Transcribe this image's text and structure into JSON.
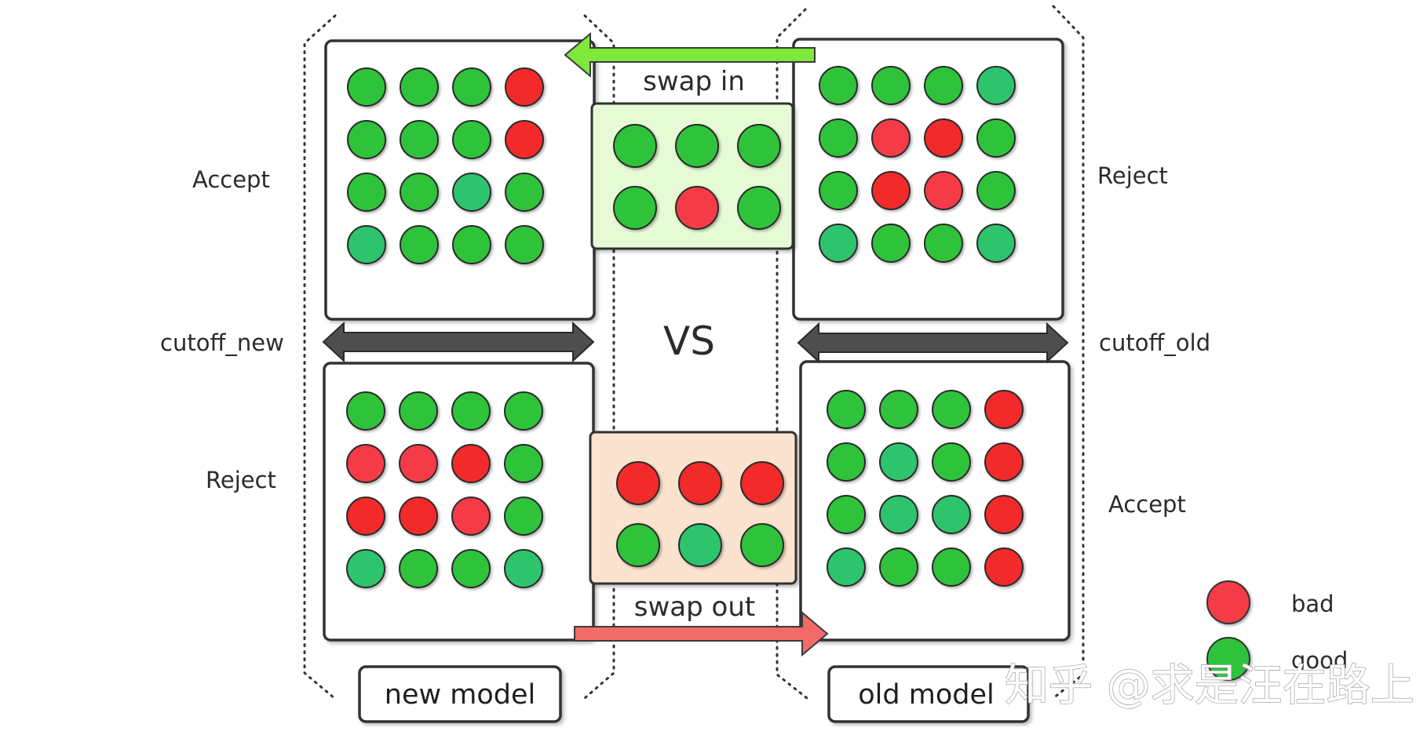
{
  "colors": {
    "good": "#2fc33a",
    "good_teal": "#2fc46d",
    "bad": "#f22a2a",
    "bad_light": "#f43b47",
    "swap_in_fill": "#e6fbd5",
    "swap_out_fill": "#fbe3cf",
    "swap_in_arrow": "#7ee83c",
    "swap_out_arrow": "#f26a6a",
    "cutoff_arrow": "#4e4e4e"
  },
  "labels": {
    "new_accept": "Accept",
    "new_reject": "Reject",
    "old_reject": "Reject",
    "old_accept": "Accept",
    "cutoff_new": "cutoff_new",
    "cutoff_old": "cutoff_old",
    "swap_in": "swap in",
    "swap_out": "swap out",
    "vs": "VS",
    "new_model": "new model",
    "old_model": "old model",
    "legend_bad": "bad",
    "legend_good": "good",
    "watermark": "知乎 @求是汪在路上"
  },
  "grids": {
    "new_accept": [
      [
        "g",
        "g",
        "g",
        "b"
      ],
      [
        "g",
        "g",
        "g",
        "b"
      ],
      [
        "g",
        "g",
        "t",
        "g"
      ],
      [
        "t",
        "g",
        "g",
        "g"
      ]
    ],
    "new_reject": [
      [
        "g",
        "g",
        "g",
        "g"
      ],
      [
        "l",
        "l",
        "b",
        "g"
      ],
      [
        "b",
        "b",
        "l",
        "g"
      ],
      [
        "t",
        "g",
        "g",
        "t"
      ]
    ],
    "old_reject": [
      [
        "g",
        "g",
        "g",
        "t"
      ],
      [
        "g",
        "l",
        "b",
        "g"
      ],
      [
        "g",
        "b",
        "l",
        "g"
      ],
      [
        "t",
        "g",
        "g",
        "t"
      ]
    ],
    "old_accept": [
      [
        "g",
        "g",
        "g",
        "b"
      ],
      [
        "g",
        "t",
        "g",
        "b"
      ],
      [
        "g",
        "t",
        "t",
        "b"
      ],
      [
        "t",
        "g",
        "g",
        "b"
      ]
    ],
    "swap_in": [
      [
        "g",
        "g",
        "g"
      ],
      [
        "g",
        "l",
        "g"
      ]
    ],
    "swap_out": [
      [
        "b",
        "b",
        "b"
      ],
      [
        "g",
        "t",
        "g"
      ]
    ]
  }
}
